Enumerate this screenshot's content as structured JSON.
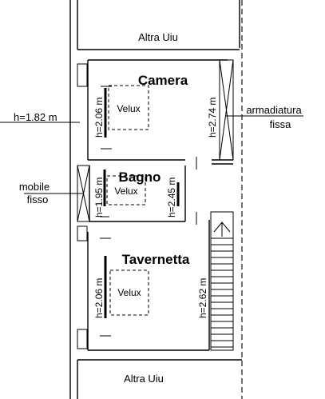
{
  "rooms": {
    "top_label": "Altra Uiu",
    "bottom_label": "Altra Uiu",
    "camera": "Camera",
    "bagno": "Bagno",
    "tavernetta": "Tavernetta"
  },
  "skylights": {
    "camera": "Velux",
    "bagno": "Velux",
    "tavernetta": "Velux"
  },
  "heights": {
    "left_outside": "h=1.82 m",
    "camera_left": "h=2.06 m",
    "camera_right": "h=2.74 m",
    "bagno_left": "h=1.95 m",
    "bagno_right": "h=2.45 m",
    "tavernetta_left": "h=2.06 m",
    "tavernetta_right": "h=2.62 m"
  },
  "fixtures": {
    "wardrobe_line1": "armadiatura",
    "wardrobe_line2": "fissa",
    "cabinet_line1": "mobile",
    "cabinet_line2": "fisso"
  }
}
